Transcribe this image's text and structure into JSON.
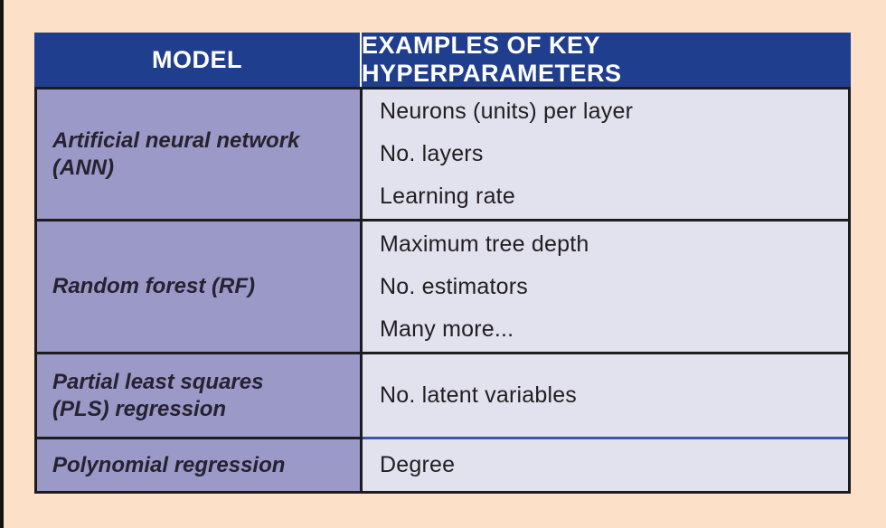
{
  "figure": {
    "header": {
      "model": "MODEL",
      "hyperparameters": "EXAMPLES OF KEY HYPERPARAMETERS"
    },
    "rows": [
      {
        "model": "Artificial neural network (ANN)",
        "model_lines": [
          "Artificial neural network",
          "(ANN)"
        ],
        "hyperparameters": [
          "Neurons (units) per layer",
          "No. layers",
          "Learning rate"
        ]
      },
      {
        "model": "Random forest (RF)",
        "model_lines": [
          "Random forest (RF)"
        ],
        "hyperparameters": [
          "Maximum tree depth",
          "No. estimators",
          "Many more..."
        ]
      },
      {
        "model": "Partial least squares (PLS) regression",
        "model_lines": [
          "Partial least squares",
          "(PLS) regression"
        ],
        "hyperparameters": [
          "No. latent variables"
        ]
      },
      {
        "model": "Polynomial regression",
        "model_lines": [
          "Polynomial regression"
        ],
        "hyperparameters": [
          "Degree"
        ]
      }
    ],
    "colors": {
      "page_background": "#fde0c8",
      "header_background": "#1f3e8e",
      "header_text": "#ffffff",
      "model_column_background": "#9a99c7",
      "hyperparameter_column_background": "#e2e1ee",
      "grid_border": "#1c1b1d",
      "blue_row_divider": "#3a57a8",
      "body_text": "#211e20",
      "left_page_edge": "#121212"
    }
  }
}
